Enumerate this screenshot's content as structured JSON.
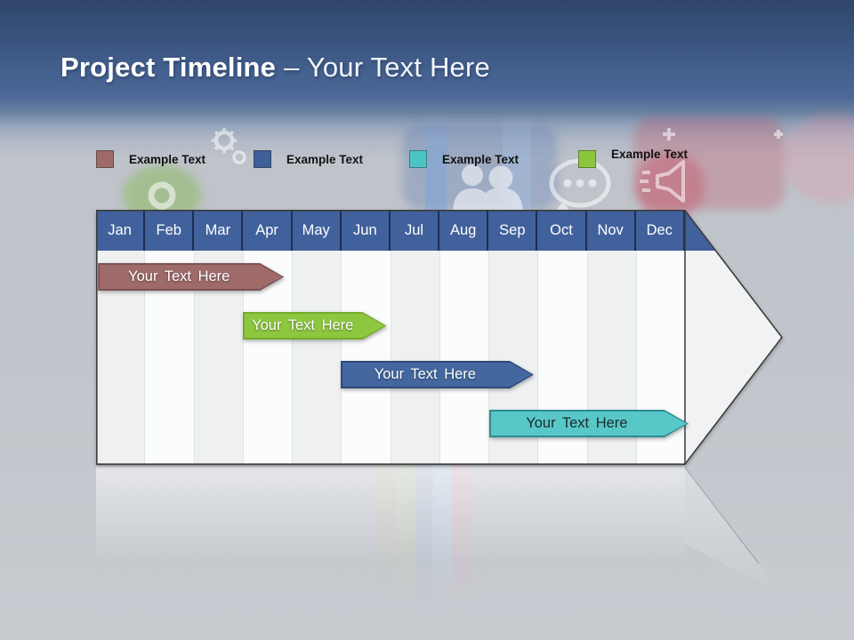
{
  "title": {
    "bold": "Project Timeline",
    "rest": "– Your Text Here"
  },
  "legend": {
    "items": [
      {
        "label": "Example Text",
        "color": "#9e6a6a"
      },
      {
        "label": "Example Text",
        "color": "#3f5f99"
      },
      {
        "label": "Example Text",
        "color": "#4cc4c4"
      },
      {
        "label": "Example Text",
        "color": "#8cc63c"
      }
    ]
  },
  "timeline": {
    "months": [
      "Jan",
      "Feb",
      "Mar",
      "Apr",
      "May",
      "Jun",
      "Jul",
      "Aug",
      "Sep",
      "Oct",
      "Nov",
      "Dec"
    ],
    "bars": [
      {
        "label": "Your Text Here",
        "fill": "#9e6a6a",
        "border": "#7d5252",
        "text": "#ffffff",
        "row": 0,
        "start_month": 0.04,
        "end_month": 3.34
      },
      {
        "label": "Your Text Here",
        "fill": "#8dc63f",
        "border": "#74ab2c",
        "text": "#ffffff",
        "row": 1,
        "start_month": 2.99,
        "end_month": 5.43
      },
      {
        "label": "Your Text Here",
        "fill": "#44679f",
        "border": "#2d4a7a",
        "text": "#ffffff",
        "row": 2,
        "start_month": 4.98,
        "end_month": 8.43
      },
      {
        "label": "Your Text Here",
        "fill": "#58c7c7",
        "border": "#2e8b8f",
        "text": "#1c2b2d",
        "row": 3,
        "start_month": 8.01,
        "end_month": 11.58
      }
    ]
  },
  "palette": {
    "header_fill": "#41619c",
    "header_divider": "#1e2d52",
    "column_light": "#eef0f1",
    "column_white": "#fbfcfc",
    "arrow_fill": "#f1f2f3",
    "outline": "#3c3c3c",
    "background_top_blue": "#30466b",
    "background_gray": "#c5c8cd"
  },
  "watermark_icons": [
    "location-pin-icon",
    "gear-icon",
    "people-icon",
    "speech-bubble-icon",
    "megaphone-icon",
    "plus-icon"
  ]
}
